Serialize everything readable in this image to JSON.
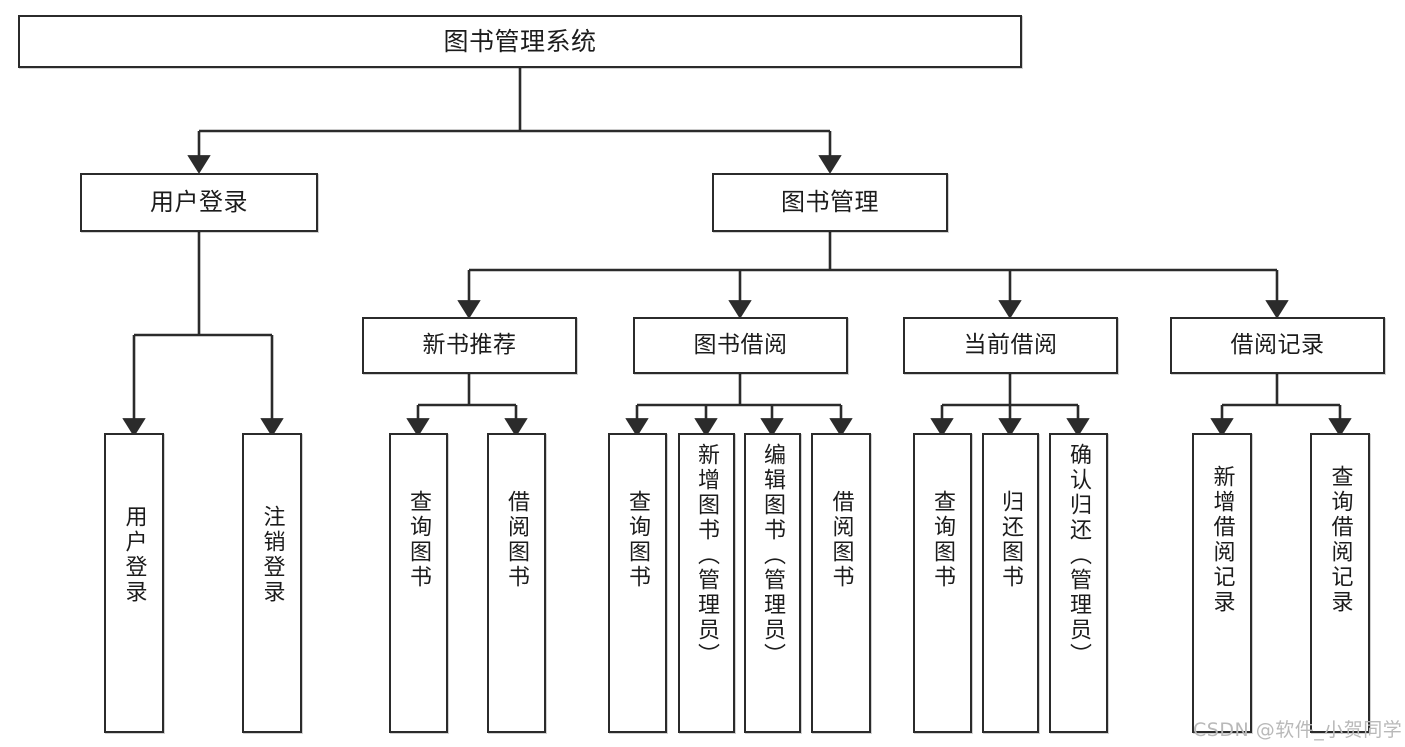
{
  "diagram": {
    "title": "图书管理系统",
    "type": "功能结构图",
    "line_color": "#2b2b2b",
    "box_fill": "#ffffff",
    "text_color": "#1c1c1c",
    "watermark_color": "#b9b9b9"
  },
  "root": {
    "label": "图书管理系统"
  },
  "level2": [
    {
      "label": "用户登录"
    },
    {
      "label": "图书管理"
    }
  ],
  "level3": [
    {
      "label": "新书推荐"
    },
    {
      "label": "图书借阅"
    },
    {
      "label": "当前借阅"
    },
    {
      "label": "借阅记录"
    }
  ],
  "leaves": {
    "user_login": [
      {
        "label": "用户登录"
      },
      {
        "label": "注销登录"
      }
    ],
    "new_book_recommend": [
      {
        "label": "查询图书"
      },
      {
        "label": "借阅图书"
      }
    ],
    "book_borrow": [
      {
        "label": "查询图书"
      },
      {
        "label": "新增图书（管理员）"
      },
      {
        "label": "编辑图书（管理员）"
      },
      {
        "label": "借阅图书"
      }
    ],
    "current_borrow": [
      {
        "label": "查询图书"
      },
      {
        "label": "归还图书"
      },
      {
        "label": "确认归还（管理员）"
      }
    ],
    "borrow_record": [
      {
        "label": "新增借阅记录"
      },
      {
        "label": "查询借阅记录"
      }
    ]
  },
  "watermark": {
    "text": "CSDN @软件_小贺同学"
  }
}
